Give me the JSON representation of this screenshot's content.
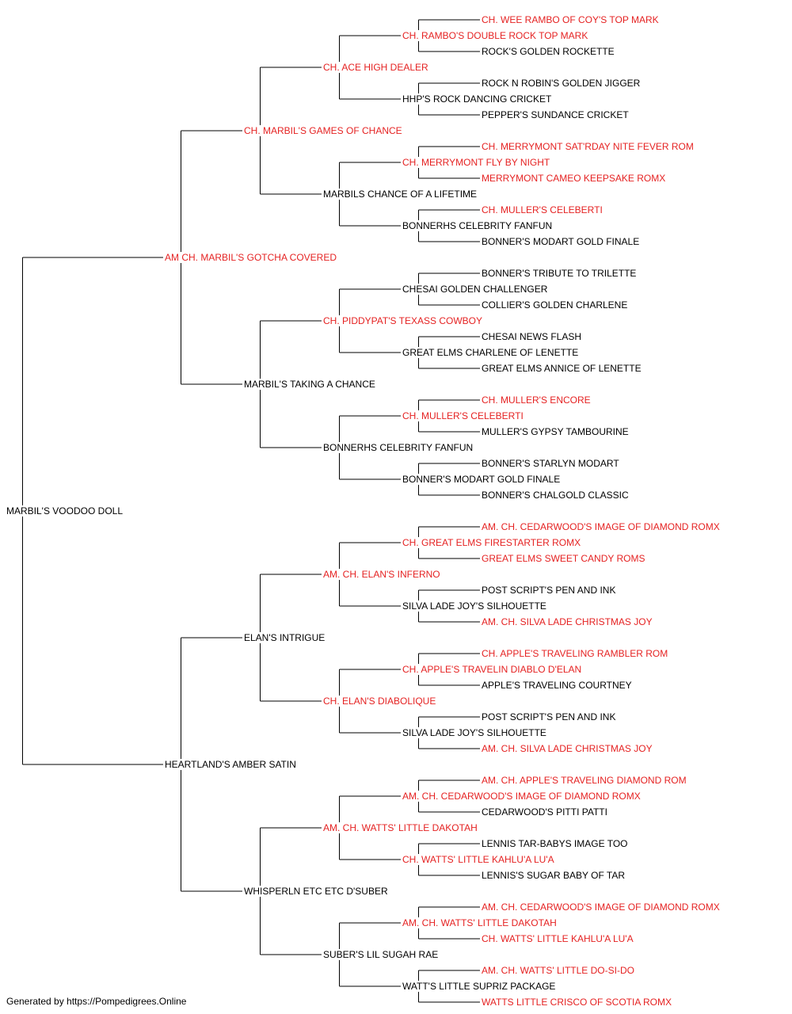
{
  "colors": {
    "champion": "#e52222",
    "regular": "#000000",
    "line": "#000000"
  },
  "pedigree": {
    "name": "MARBIL'S VOODOO DOLL",
    "champion": false,
    "sire": {
      "name": "AM CH. MARBIL'S GOTCHA COVERED",
      "champion": true,
      "sire": {
        "name": "CH. MARBIL'S GAMES OF CHANCE",
        "champion": true,
        "sire": {
          "name": "CH. ACE HIGH DEALER",
          "champion": true,
          "sire": {
            "name": "CH. RAMBO'S DOUBLE ROCK TOP MARK",
            "champion": true,
            "sire": {
              "name": "CH. WEE RAMBO OF COY'S TOP MARK",
              "champion": true
            },
            "dam": {
              "name": "ROCK'S GOLDEN ROCKETTE",
              "champion": false
            }
          },
          "dam": {
            "name": "HHP'S ROCK DANCING CRICKET",
            "champion": false,
            "sire": {
              "name": "ROCK N ROBIN'S GOLDEN JIGGER",
              "champion": false
            },
            "dam": {
              "name": "PEPPER'S SUNDANCE CRICKET",
              "champion": false
            }
          }
        },
        "dam": {
          "name": "MARBILS CHANCE OF A LIFETIME",
          "champion": false,
          "sire": {
            "name": "CH. MERRYMONT FLY BY NIGHT",
            "champion": true,
            "sire": {
              "name": "CH. MERRYMONT SAT'RDAY NITE FEVER ROM",
              "champion": true
            },
            "dam": {
              "name": "MERRYMONT CAMEO KEEPSAKE ROMX",
              "champion": true
            }
          },
          "dam": {
            "name": "BONNERHS CELEBRITY FANFUN",
            "champion": false,
            "sire": {
              "name": "CH. MULLER'S CELEBERTI",
              "champion": true
            },
            "dam": {
              "name": "BONNER'S MODART GOLD FINALE",
              "champion": false
            }
          }
        }
      },
      "dam": {
        "name": "MARBIL'S TAKING A CHANCE",
        "champion": false,
        "sire": {
          "name": "CH. PIDDYPAT'S TEXASS COWBOY",
          "champion": true,
          "sire": {
            "name": "CHESAI GOLDEN CHALLENGER",
            "champion": false,
            "sire": {
              "name": "BONNER'S TRIBUTE TO TRILETTE",
              "champion": false
            },
            "dam": {
              "name": "COLLIER'S GOLDEN CHARLENE",
              "champion": false
            }
          },
          "dam": {
            "name": "GREAT ELMS CHARLENE OF LENETTE",
            "champion": false,
            "sire": {
              "name": "CHESAI NEWS FLASH",
              "champion": false
            },
            "dam": {
              "name": "GREAT ELMS ANNICE OF LENETTE",
              "champion": false
            }
          }
        },
        "dam": {
          "name": "BONNERHS CELEBRITY FANFUN",
          "champion": false,
          "sire": {
            "name": "CH. MULLER'S CELEBERTI",
            "champion": true,
            "sire": {
              "name": "CH. MULLER'S ENCORE",
              "champion": true
            },
            "dam": {
              "name": "MULLER'S GYPSY TAMBOURINE",
              "champion": false
            }
          },
          "dam": {
            "name": "BONNER'S MODART GOLD FINALE",
            "champion": false,
            "sire": {
              "name": "BONNER'S STARLYN MODART",
              "champion": false
            },
            "dam": {
              "name": "BONNER'S CHALGOLD CLASSIC",
              "champion": false
            }
          }
        }
      }
    },
    "dam": {
      "name": "HEARTLAND'S AMBER SATIN",
      "champion": false,
      "sire": {
        "name": "ELAN'S INTRIGUE",
        "champion": false,
        "sire": {
          "name": "AM. CH. ELAN'S INFERNO",
          "champion": true,
          "sire": {
            "name": "CH. GREAT ELMS FIRESTARTER ROMX",
            "champion": true,
            "sire": {
              "name": "AM. CH. CEDARWOOD'S IMAGE OF DIAMOND ROMX",
              "champion": true
            },
            "dam": {
              "name": "GREAT ELMS SWEET CANDY ROMS",
              "champion": true
            }
          },
          "dam": {
            "name": "SILVA LADE JOY'S SILHOUETTE",
            "champion": false,
            "sire": {
              "name": "POST SCRIPT'S PEN AND INK",
              "champion": false
            },
            "dam": {
              "name": "AM. CH. SILVA LADE CHRISTMAS JOY",
              "champion": true
            }
          }
        },
        "dam": {
          "name": "CH. ELAN'S DIABOLIQUE",
          "champion": true,
          "sire": {
            "name": "CH. APPLE'S TRAVELIN DIABLO D'ELAN",
            "champion": true,
            "sire": {
              "name": "CH. APPLE'S TRAVELING RAMBLER ROM",
              "champion": true
            },
            "dam": {
              "name": "APPLE'S TRAVELING COURTNEY",
              "champion": false
            }
          },
          "dam": {
            "name": "SILVA LADE JOY'S SILHOUETTE",
            "champion": false,
            "sire": {
              "name": "POST SCRIPT'S PEN AND INK",
              "champion": false
            },
            "dam": {
              "name": "AM. CH. SILVA LADE CHRISTMAS JOY",
              "champion": true
            }
          }
        }
      },
      "dam": {
        "name": "WHISPERLN ETC ETC D'SUBER",
        "champion": false,
        "sire": {
          "name": "AM. CH. WATTS' LITTLE DAKOTAH",
          "champion": true,
          "sire": {
            "name": "AM. CH. CEDARWOOD'S IMAGE OF DIAMOND ROMX",
            "champion": true,
            "sire": {
              "name": "AM. CH. APPLE'S TRAVELING DIAMOND ROM",
              "champion": true
            },
            "dam": {
              "name": "CEDARWOOD'S PITTI PATTI",
              "champion": false
            }
          },
          "dam": {
            "name": "CH. WATTS' LITTLE KAHLU'A LU'A",
            "champion": true,
            "sire": {
              "name": "LENNIS TAR-BABYS IMAGE TOO",
              "champion": false
            },
            "dam": {
              "name": "LENNIS'S SUGAR BABY OF TAR",
              "champion": false
            }
          }
        },
        "dam": {
          "name": "SUBER'S LIL SUGAH RAE",
          "champion": false,
          "sire": {
            "name": "AM. CH. WATTS' LITTLE DAKOTAH",
            "champion": true,
            "sire": {
              "name": "AM. CH. CEDARWOOD'S IMAGE OF DIAMOND ROMX",
              "champion": true
            },
            "dam": {
              "name": "CH. WATTS' LITTLE KAHLU'A LU'A",
              "champion": true
            }
          },
          "dam": {
            "name": "WATT'S LITTLE SUPRIZ PACKAGE",
            "champion": false,
            "sire": {
              "name": "AM. CH. WATTS' LITTLE DO-SI-DO",
              "champion": true
            },
            "dam": {
              "name": "WATTS LITTLE CRISCO OF SCOTIA ROMX",
              "champion": true
            }
          }
        }
      }
    }
  },
  "footer": "Generated by https://Pompedigrees.Online"
}
